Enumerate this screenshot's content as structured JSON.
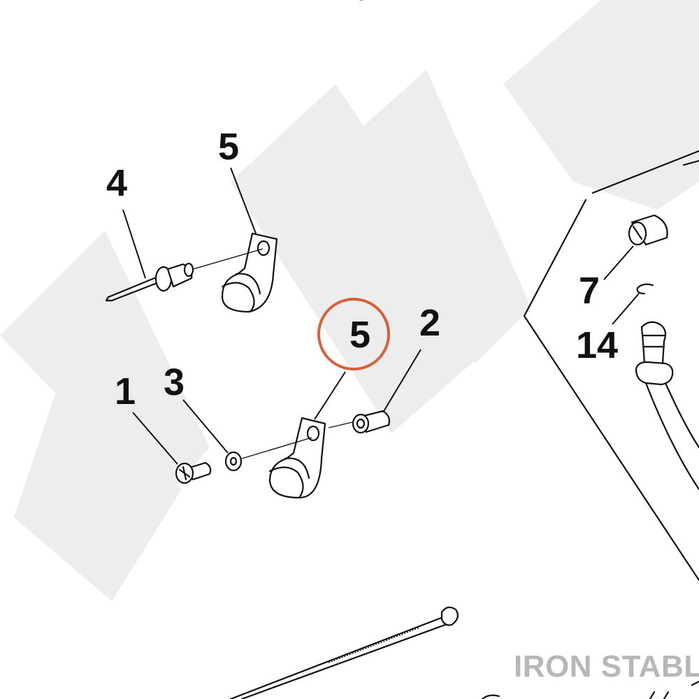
{
  "diagram": {
    "callouts": {
      "c1": "1",
      "c2": "2",
      "c3": "3",
      "c4": "4",
      "c5_top": "5",
      "c5_highlighted": "5",
      "c7": "7",
      "c14": "14"
    },
    "highlight_color": "#d5613a",
    "watermark": {
      "text": "IRON STABLE",
      "color": "#b7b7b7"
    }
  }
}
